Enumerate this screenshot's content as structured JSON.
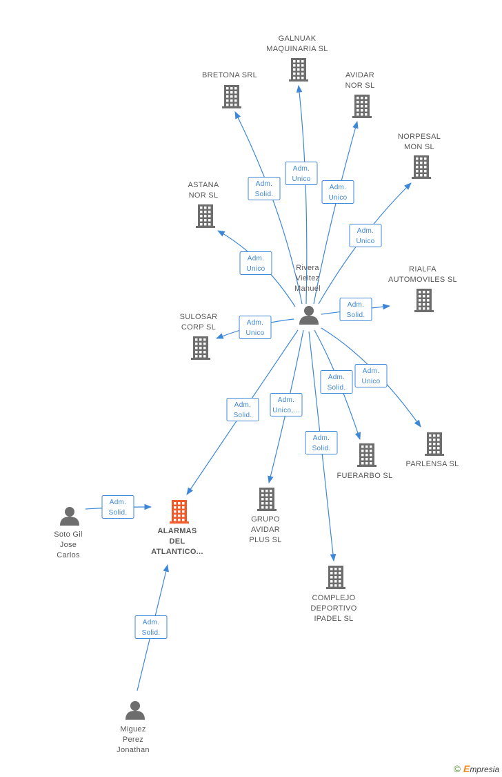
{
  "colors": {
    "edge": "#3d87d8",
    "company": "#6d6d6d",
    "main_company": "#f05a28",
    "person": "#6d6d6d"
  },
  "nodes": [
    {
      "id": "rivera",
      "kind": "person",
      "label": [
        "Rivera",
        "Vieitez",
        "Manuel"
      ]
    },
    {
      "id": "galnuak",
      "kind": "company",
      "label": [
        "GALNUAK",
        "MAQUINARIA SL"
      ]
    },
    {
      "id": "bretona",
      "kind": "company",
      "label": [
        "BRETONA SRL"
      ]
    },
    {
      "id": "avidar_nor",
      "kind": "company",
      "label": [
        "AVIDAR",
        "NOR SL"
      ]
    },
    {
      "id": "norpesal",
      "kind": "company",
      "label": [
        "NORPESAL",
        "MON  SL"
      ]
    },
    {
      "id": "astana",
      "kind": "company",
      "label": [
        "ASTANA",
        "NOR SL"
      ]
    },
    {
      "id": "rialfa",
      "kind": "company",
      "label": [
        "RIALFA",
        "AUTOMOVILES SL"
      ]
    },
    {
      "id": "sulosar",
      "kind": "company",
      "label": [
        "SULOSAR",
        "CORP  SL"
      ]
    },
    {
      "id": "parlensa",
      "kind": "company",
      "label": [
        "PARLENSA SL"
      ]
    },
    {
      "id": "fuerarbo",
      "kind": "company",
      "label": [
        "FUERARBO SL"
      ]
    },
    {
      "id": "grupo_avidar",
      "kind": "company",
      "label": [
        "GRUPO",
        "AVIDAR",
        "PLUS SL"
      ]
    },
    {
      "id": "complejo",
      "kind": "company",
      "label": [
        "COMPLEJO",
        "DEPORTIVO",
        "IPADEL  SL"
      ]
    },
    {
      "id": "alarmas",
      "kind": "main",
      "label": [
        "ALARMAS",
        "DEL",
        "ATLANTICO..."
      ]
    },
    {
      "id": "soto",
      "kind": "person",
      "label": [
        "Soto Gil",
        "Jose",
        "Carlos"
      ]
    },
    {
      "id": "miguez",
      "kind": "person",
      "label": [
        "Miguez",
        "Perez",
        "Jonathan"
      ]
    }
  ],
  "edges": [
    {
      "from": "rivera",
      "to": "galnuak",
      "label": [
        "Adm.",
        "Unico"
      ]
    },
    {
      "from": "rivera",
      "to": "bretona",
      "label": [
        "Adm.",
        "Solid."
      ]
    },
    {
      "from": "rivera",
      "to": "avidar_nor",
      "label": [
        "Adm.",
        "Unico"
      ]
    },
    {
      "from": "rivera",
      "to": "norpesal",
      "label": [
        "Adm.",
        "Unico"
      ]
    },
    {
      "from": "rivera",
      "to": "astana",
      "label": [
        "Adm.",
        "Unico"
      ]
    },
    {
      "from": "rivera",
      "to": "rialfa",
      "label": [
        "Adm.",
        "Solid."
      ]
    },
    {
      "from": "rivera",
      "to": "sulosar",
      "label": [
        "Adm.",
        "Unico"
      ]
    },
    {
      "from": "rivera",
      "to": "parlensa",
      "label": [
        "Adm.",
        "Unico"
      ]
    },
    {
      "from": "rivera",
      "to": "fuerarbo",
      "label": [
        "Adm.",
        "Solid."
      ]
    },
    {
      "from": "rivera",
      "to": "grupo_avidar",
      "label": [
        "Adm.",
        "Unico,..."
      ]
    },
    {
      "from": "rivera",
      "to": "complejo",
      "label": [
        "Adm.",
        "Solid."
      ]
    },
    {
      "from": "rivera",
      "to": "alarmas",
      "label": [
        "Adm.",
        "Solid."
      ]
    },
    {
      "from": "soto",
      "to": "alarmas",
      "label": [
        "Adm.",
        "Solid."
      ]
    },
    {
      "from": "miguez",
      "to": "alarmas",
      "label": [
        "Adm.",
        "Solid."
      ]
    }
  ],
  "footer": {
    "copyright": "©",
    "brand_initial": "E",
    "brand_rest": "mpresia"
  }
}
